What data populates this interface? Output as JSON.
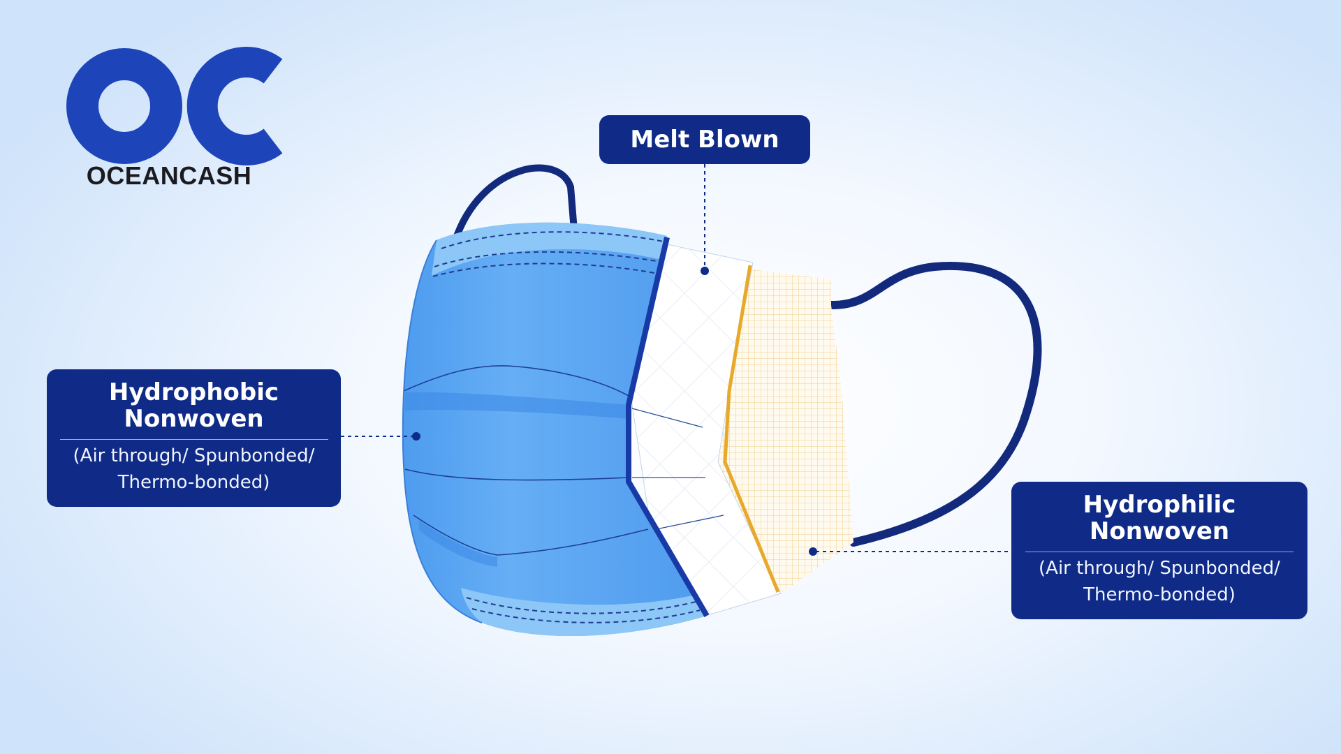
{
  "brand": {
    "name": "OCEANCASH",
    "monogram": "OC",
    "color": "#1d44b8"
  },
  "labels": {
    "melt_blown": {
      "title": "Melt Blown"
    },
    "hydrophobic": {
      "title_line1": "Hydrophobic",
      "title_line2": "Nonwoven",
      "sub_line1": "(Air through/ Spunbonded/",
      "sub_line2": "Thermo-bonded)"
    },
    "hydrophilic": {
      "title_line1": "Hydrophilic",
      "title_line2": "Nonwoven",
      "sub_line1": "(Air through/ Spunbonded/",
      "sub_line2": "Thermo-bonded)"
    }
  },
  "colors": {
    "label_bg": "#0f2b87",
    "mask_outer": "#5aa6f2",
    "mask_edge": "#8cc7f7",
    "melt_blown_layer": "#ffffff",
    "hydrophilic_layer": "#fdf3d4",
    "ear_loop": "#12297c",
    "accent_stripe": "#e8a92b"
  },
  "icons": {
    "logo": "oceancash-oc-monogram"
  }
}
